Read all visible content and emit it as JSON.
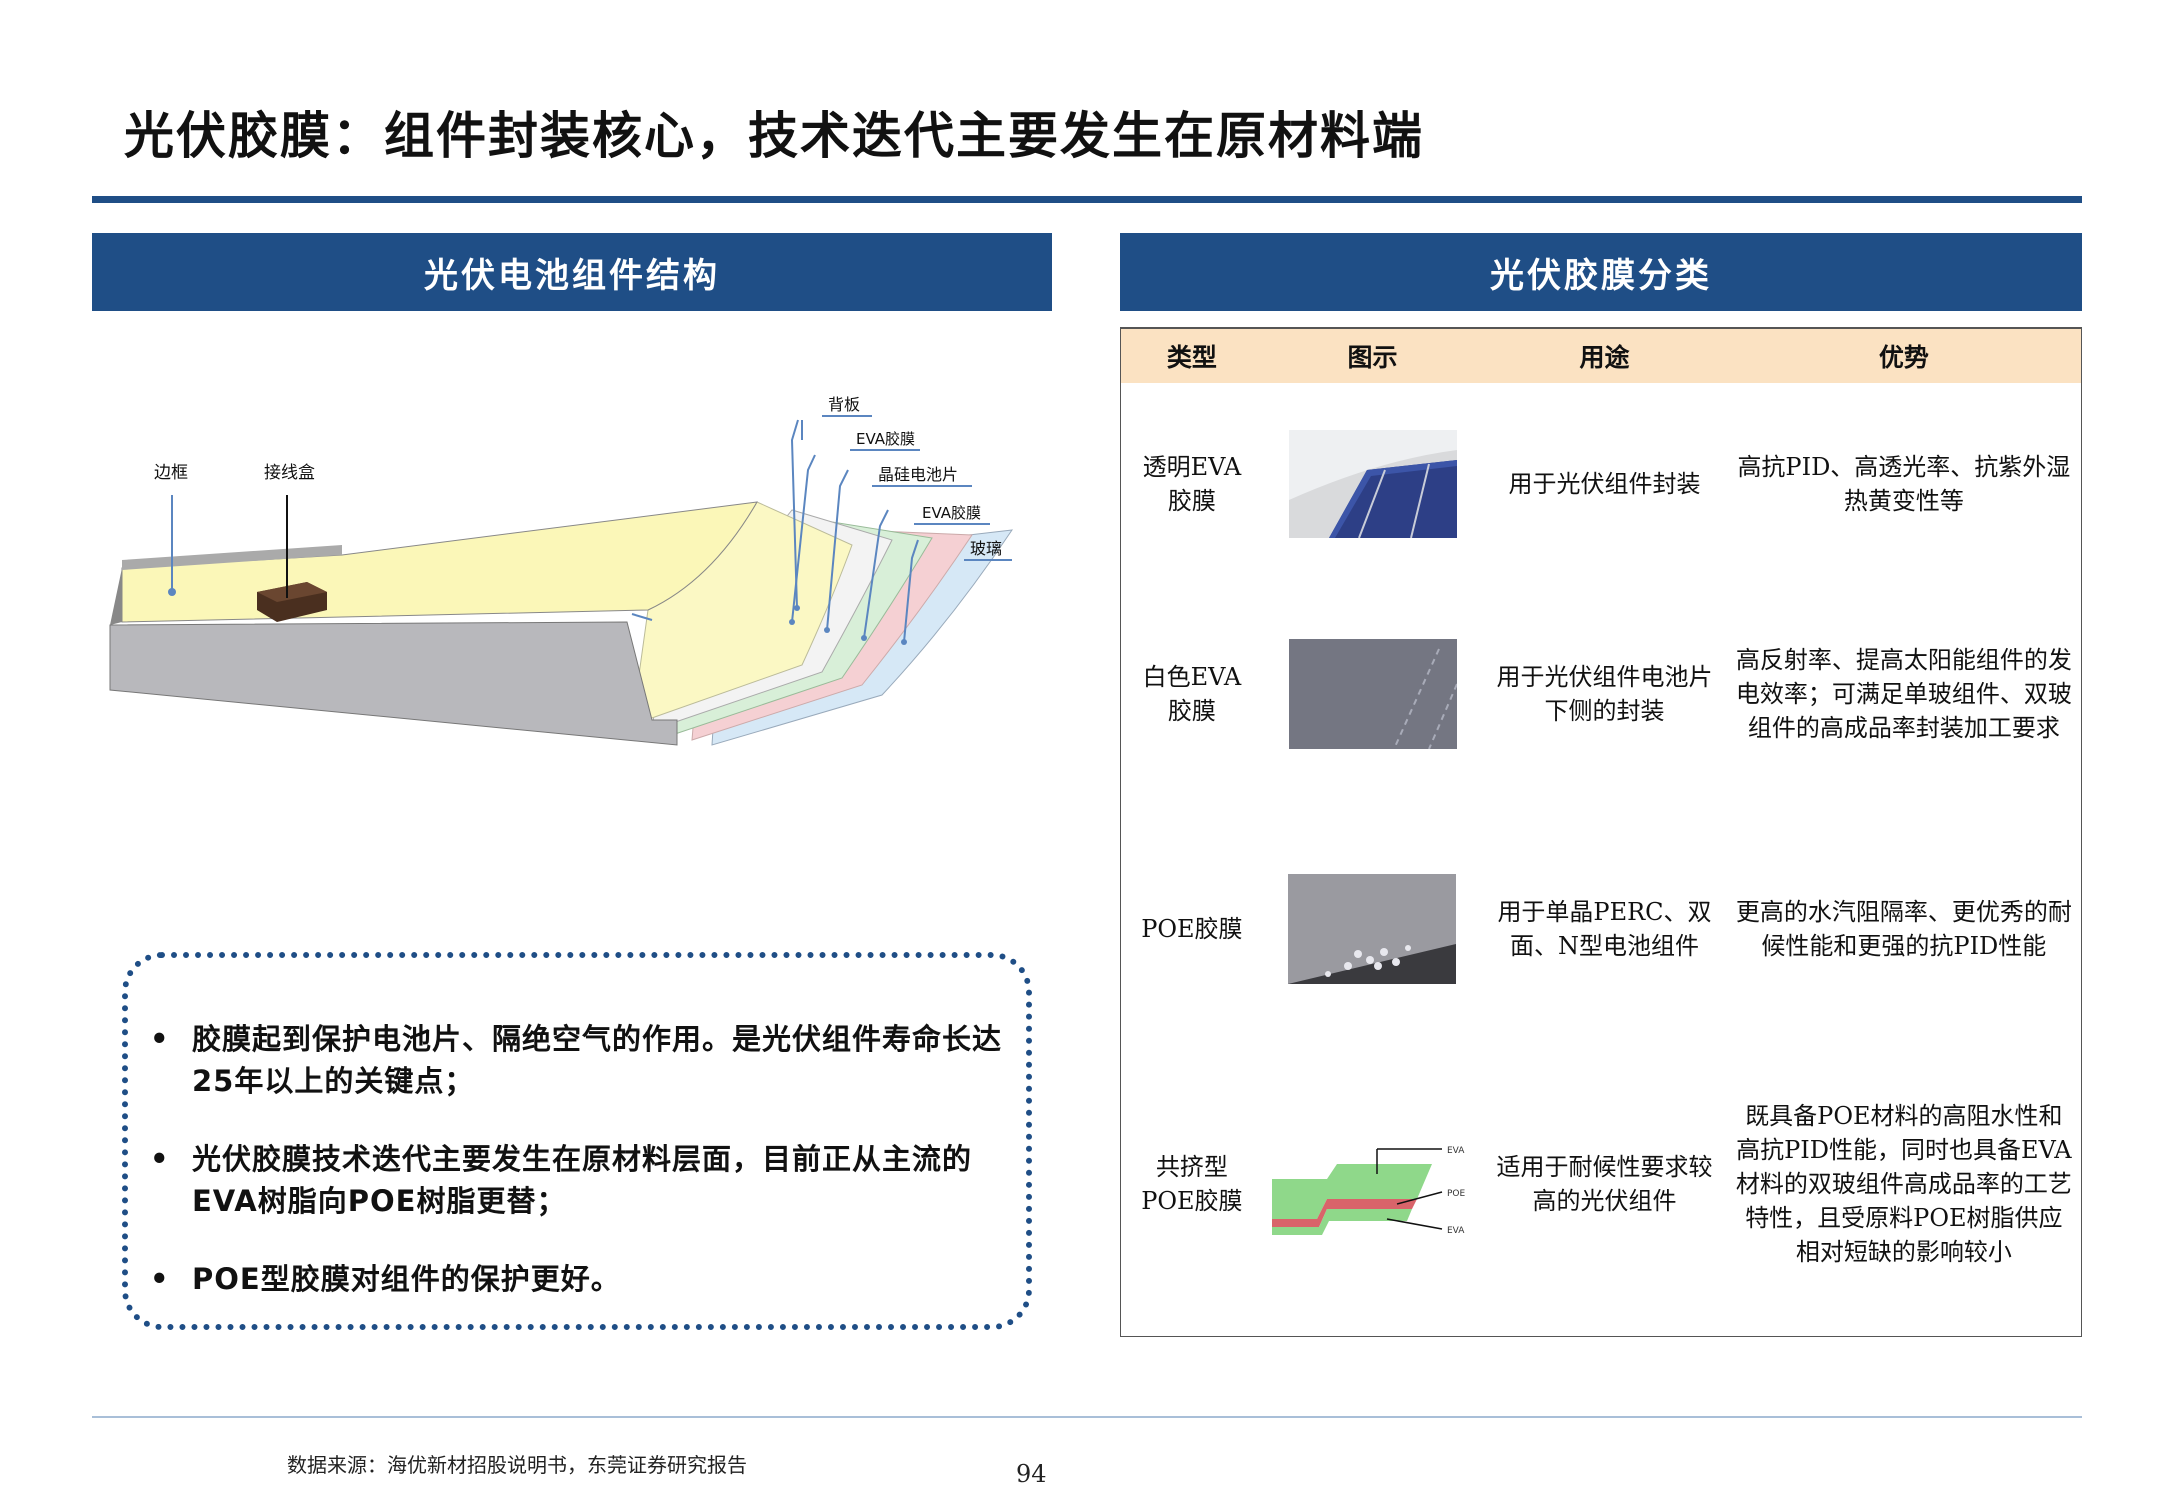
{
  "title": "光伏胶膜：组件封装核心，技术迭代主要发生在原材料端",
  "left_panel": {
    "heading": "光伏电池组件结构",
    "labels": {
      "frame": "边框",
      "junction_box": "接线盒",
      "backsheet": "背板",
      "eva1": "EVA胶膜",
      "cell": "晶硅电池片",
      "eva2": "EVA胶膜",
      "glass": "玻璃"
    },
    "bullets": [
      "胶膜起到保护电池片、隔绝空气的作用。是光伏组件寿命长达25年以上的关键点；",
      "光伏胶膜技术迭代主要发生在原材料层面，目前正从主流的EVA树脂向POE树脂更替；",
      "POE型胶膜对组件的保护更好。"
    ]
  },
  "right_panel": {
    "heading": "光伏胶膜分类",
    "columns": [
      "类型",
      "图示",
      "用途",
      "优势"
    ],
    "rows": [
      {
        "type": "透明EVA胶膜",
        "image": "transparent-eva-photo",
        "usage": "用于光伏组件封装",
        "advantage": "高抗PID、高透光率、抗紫外湿热黄变性等"
      },
      {
        "type": "白色EVA胶膜",
        "image": "white-eva-photo",
        "usage": "用于光伏组件电池片下侧的封装",
        "advantage": "高反射率、提高太阳能组件的发电效率；可满足单玻组件、双玻组件的高成品率封装加工要求"
      },
      {
        "type": "POE胶膜",
        "image": "poe-film-photo",
        "usage": "用于单晶PERC、双面、N型电池组件",
        "advantage": "更高的水汽阻隔率、更优秀的耐候性能和更强的抗PID性能"
      },
      {
        "type": "共挤型POE胶膜",
        "image": "coextruded-poe-diagram",
        "usage": "适用于耐候性要求较高的光伏组件",
        "advantage": "既具备POE材料的高阻水性和高抗PID性能，同时也具备EVA材料的双玻组件高成品率的工艺特性，且受原料POE树脂供应相对短缺的影响较小"
      }
    ],
    "coex_labels": [
      "EVA",
      "POE",
      "EVA"
    ]
  },
  "footer": {
    "source": "数据来源：海优新材招股说明书，东莞证券研究报告",
    "page": "94"
  },
  "colors": {
    "brand_blue": "#1f4e86",
    "table_header": "#fbe2c2"
  }
}
